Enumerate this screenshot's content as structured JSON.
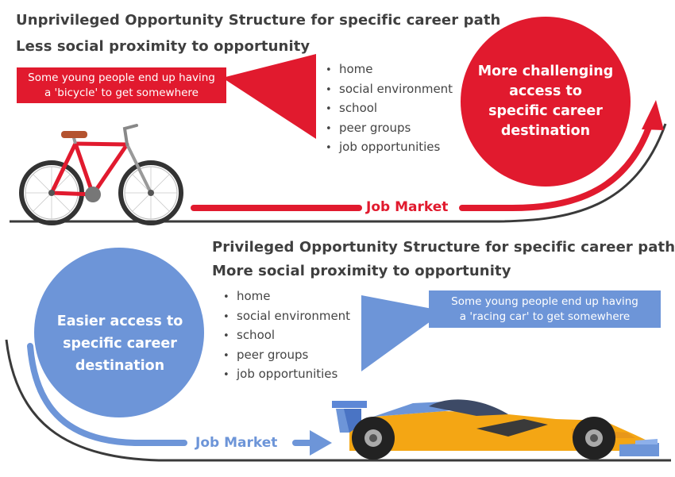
{
  "colors": {
    "unprivileged": "#e11a2e",
    "privileged": "#6d95d8",
    "ground": "#3a3a3a",
    "car_body": "#f4a614"
  },
  "top": {
    "title": "Unprivileged Opportunity Structure for specific career path",
    "subtitle": "Less social proximity to opportunity",
    "callout_lines": [
      "Some young people end up having",
      "a 'bicycle' to get somewhere"
    ],
    "factors": [
      "home",
      "social environment",
      "school",
      "peer groups",
      "job opportunities"
    ],
    "circle_lines": [
      "More challenging",
      "access to",
      "specific career",
      "destination"
    ],
    "job_market_label": "Job Market",
    "vehicle_icon": "bicycle-icon"
  },
  "bottom": {
    "title": "Privileged Opportunity Structure for specific career path",
    "subtitle": "More social proximity to opportunity",
    "callout_lines": [
      "Some young people end up having",
      "a 'racing car' to get somewhere"
    ],
    "factors": [
      "home",
      "social environment",
      "school",
      "peer groups",
      "job opportunities"
    ],
    "circle_lines": [
      "Easier access to",
      "specific career",
      "destination"
    ],
    "job_market_label": "Job Market",
    "vehicle_icon": "racing-car-icon"
  }
}
